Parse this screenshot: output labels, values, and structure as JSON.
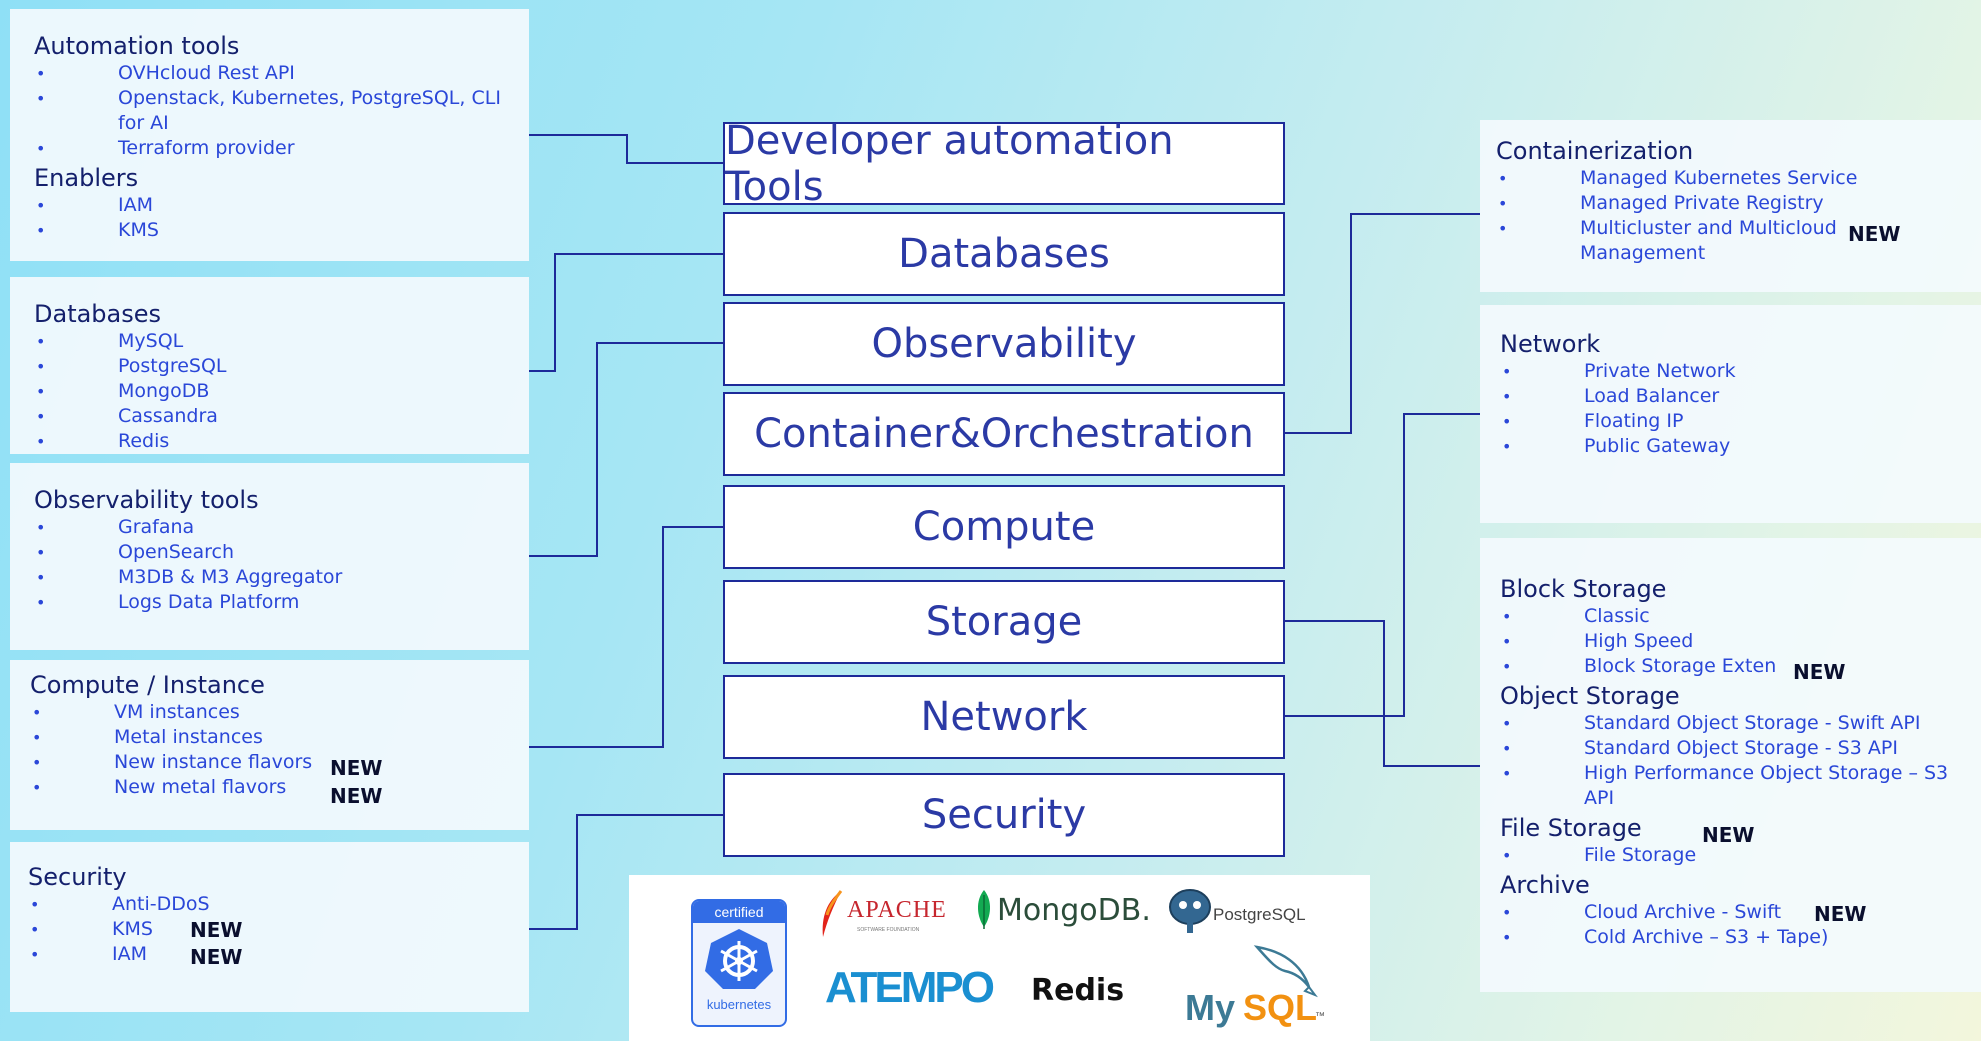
{
  "categories": [
    "Developer automation Tools",
    "Databases",
    "Observability",
    "Container&Orchestration",
    "Compute",
    "Storage",
    "Network",
    "Security"
  ],
  "left": {
    "automation": {
      "heading": "Automation tools",
      "items": [
        "OVHcloud Rest API",
        "Openstack, Kubernetes, PostgreSQL, CLI",
        "for AI",
        "Terraform provider"
      ],
      "enablers_heading": "Enablers",
      "enablers": [
        "IAM",
        "KMS"
      ]
    },
    "databases": {
      "heading": "Databases",
      "items": [
        "MySQL",
        "PostgreSQL",
        "MongoDB",
        "Cassandra",
        "Redis"
      ]
    },
    "observability": {
      "heading": "Observability tools",
      "items": [
        "Grafana",
        "OpenSearch",
        "M3DB & M3 Aggregator",
        "Logs Data Platform"
      ]
    },
    "compute": {
      "heading": "Compute / Instance",
      "items": [
        "VM instances",
        "Metal instances",
        "New instance flavors",
        "New metal flavors"
      ]
    },
    "security": {
      "heading": "Security",
      "items": [
        "Anti-DDoS",
        "KMS",
        "IAM"
      ]
    }
  },
  "right": {
    "containerization": {
      "heading": "Containerization",
      "items": [
        "Managed Kubernetes Service",
        "Managed Private Registry",
        "Multicluster and Multicloud",
        "Management"
      ]
    },
    "network": {
      "heading": "Network",
      "items": [
        "Private Network",
        "Load Balancer",
        "Floating IP",
        "Public Gateway"
      ]
    },
    "storage": {
      "block_heading": "Block Storage",
      "block": [
        "Classic",
        "High Speed",
        "Block Storage Exten"
      ],
      "object_heading": "Object Storage",
      "object": [
        "Standard Object Storage - Swift API",
        "Standard Object Storage - S3 API",
        "High Performance Object Storage – S3 API"
      ],
      "file_heading": "File Storage",
      "file": [
        "File Storage"
      ],
      "archive_heading": "Archive",
      "archive": [
        "Cloud Archive - Swift",
        "Cold Archive – S3 + Tape)"
      ]
    }
  },
  "new_badge": "NEW",
  "logos": {
    "k8s_certified": "certified",
    "k8s_name": "kubernetes",
    "apache": "APACHE",
    "apache_sub": "SOFTWARE FOUNDATION",
    "mongodb": "MongoDB.",
    "postgresql": "PostgreSQL",
    "atempo": "ATEMPO",
    "redis": "Redis",
    "mysql_my": "My",
    "mysql_sql": "SQL",
    "mysql_tm": "™"
  },
  "colors": {
    "heading": "#14206c",
    "item": "#2a47d8",
    "line": "#1d2a99",
    "new": "#0a0f2e"
  }
}
